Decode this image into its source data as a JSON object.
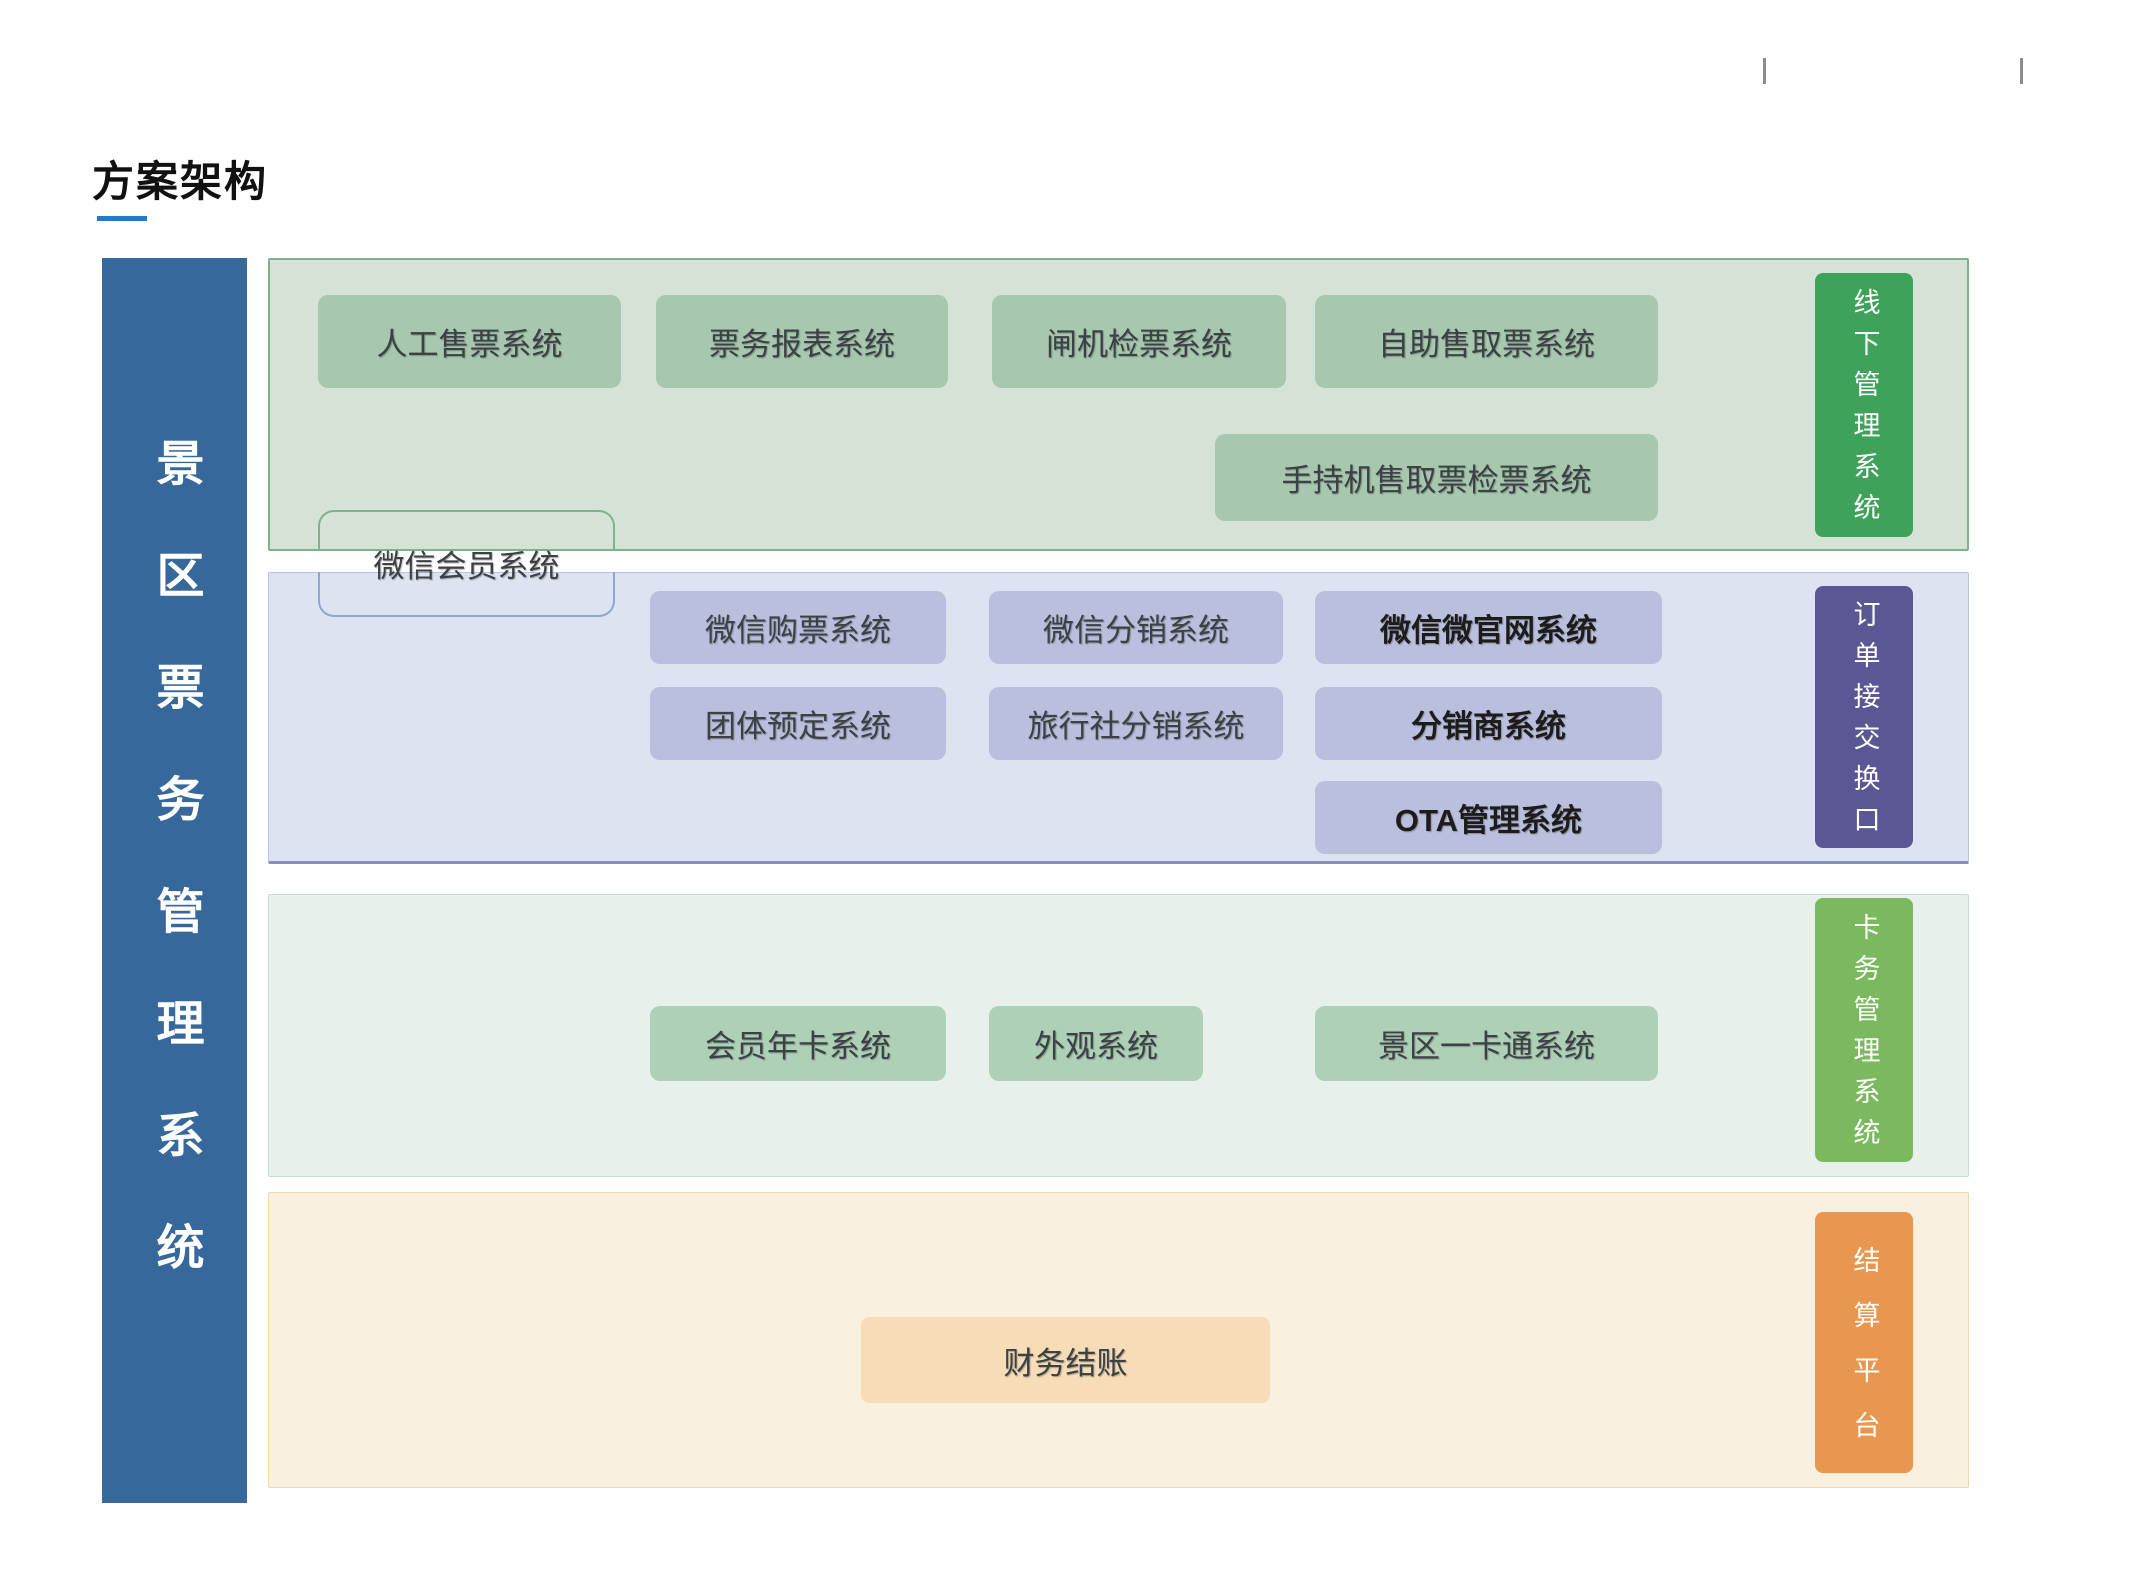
{
  "page": {
    "title": "方案架构",
    "accent_underline": "#2878c8"
  },
  "sidebar": {
    "title": "景区票务管理系统",
    "color": "#36689c"
  },
  "decor": {
    "tick_color": "#8c8c8c"
  },
  "straddle_box": {
    "label": "微信会员系统",
    "top_border": "#7fb28a",
    "bottom_border": "#8ea7cd"
  },
  "bands": [
    {
      "label": "线下管理系统",
      "accent": "#3ea25b",
      "bg": "#d5e3d7",
      "box_bg": "#a7c8ae",
      "boxes": [
        "人工售票系统",
        "票务报表系统",
        "闸机检票系统",
        "自助售取票系统",
        "手持机售取票检票系统"
      ]
    },
    {
      "label": "订单接交换口",
      "accent": "#5b5794",
      "bg": "#dee3f1",
      "box_bg": "#b9bfdc",
      "boxes": [
        "微信购票系统",
        "微信分销系统",
        "微信微官网系统",
        "团体预定系统",
        "旅行社分销系统",
        "分销商系统",
        "OTA管理系统"
      ]
    },
    {
      "label": "卡务管理系统",
      "accent": "#7bb95e",
      "bg": "#e7f0ea",
      "box_bg": "#aed0b6",
      "boxes": [
        "会员年卡系统",
        "外观系统",
        "景区一卡通系统"
      ]
    },
    {
      "label": "结算平台",
      "accent": "#e9964f",
      "bg": "#faf0df",
      "box_bg": "#f6dcb7",
      "boxes": [
        "财务结账"
      ]
    }
  ]
}
